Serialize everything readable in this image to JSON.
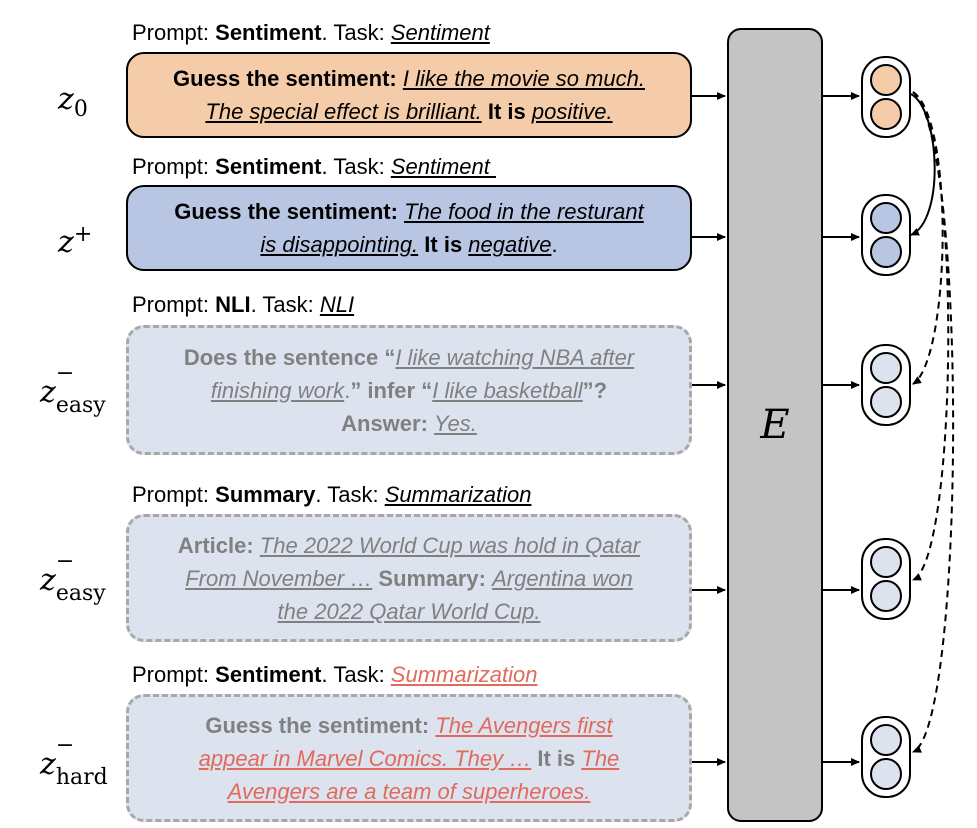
{
  "rows": [
    {
      "prompt_prefix": "Prompt: ",
      "prompt_name": "Sentiment",
      "task_prefix": ". Task: ",
      "task_name": "Sentiment",
      "z_main": "z",
      "z_sub": "0",
      "z_sup": "",
      "text": {
        "a_bold": "Guess the sentiment: ",
        "a_it": "I like the movie so much.",
        "b_it": "The special effect is brilliant.",
        "b_bold": " It is ",
        "b_it2": "positive."
      }
    },
    {
      "prompt_prefix": "Prompt: ",
      "prompt_name": "Sentiment",
      "task_prefix": ". Task: ",
      "task_name": "Sentiment ",
      "z_main": "z",
      "z_sub": "",
      "z_sup": "+",
      "text": {
        "a_bold": "Guess the sentiment: ",
        "a_it": "The food in the resturant",
        "b_it": "is disappointing.",
        "b_bold": " It is ",
        "b_it2": "negative",
        "b_end": "."
      }
    },
    {
      "prompt_prefix": "Prompt: ",
      "prompt_name": "NLI",
      "task_prefix": ". Task: ",
      "task_name": "NLI",
      "z_main": "z",
      "z_sub": "easy",
      "z_sup": "−",
      "text": {
        "l1_bold": "Does the sentence “",
        "l1_it": "I like watching NBA after",
        "l2_it": "finishing work",
        "l2_plain": ".",
        "l2_bold": "” infer “",
        "l2_it2": "I like basketball",
        "l2_bold2": "”?",
        "l3_bold": "Answer: ",
        "l3_it": "Yes."
      }
    },
    {
      "prompt_prefix": "Prompt: ",
      "prompt_name": "Summary",
      "task_prefix": ". Task: ",
      "task_name": "Summarization",
      "z_main": "z",
      "z_sub": "easy",
      "z_sup": "−",
      "text": {
        "l1_bold": "Article: ",
        "l1_it": "The 2022 World Cup was hold in Qatar",
        "l2_it": "From November …",
        "l2_bold": " Summary: ",
        "l2_it2": "Argentina won",
        "l3_it": "the 2022 Qatar World Cup."
      }
    },
    {
      "prompt_prefix": "Prompt: ",
      "prompt_name": "Sentiment",
      "task_prefix": ". Task: ",
      "task_name": "Summarization",
      "z_main": "z",
      "z_sub": "hard",
      "z_sup": "−",
      "text": {
        "l1_bold": "Guess the sentiment: ",
        "l1_it": "The Avengers first",
        "l2_it": "appear in Marvel Comics. They …",
        "l2_bold": " It is ",
        "l2_it2": "The",
        "l3_it": "Avengers are a team of superheroes."
      }
    }
  ],
  "encoder_label": "E",
  "colors": {
    "positive_fill": "#f4cca9",
    "anchor_fill": "#b9c6e3",
    "negative_fill": "#dde2ef",
    "hard_text": "#e06b5c",
    "encoder_fill": "#c4c4c4"
  }
}
